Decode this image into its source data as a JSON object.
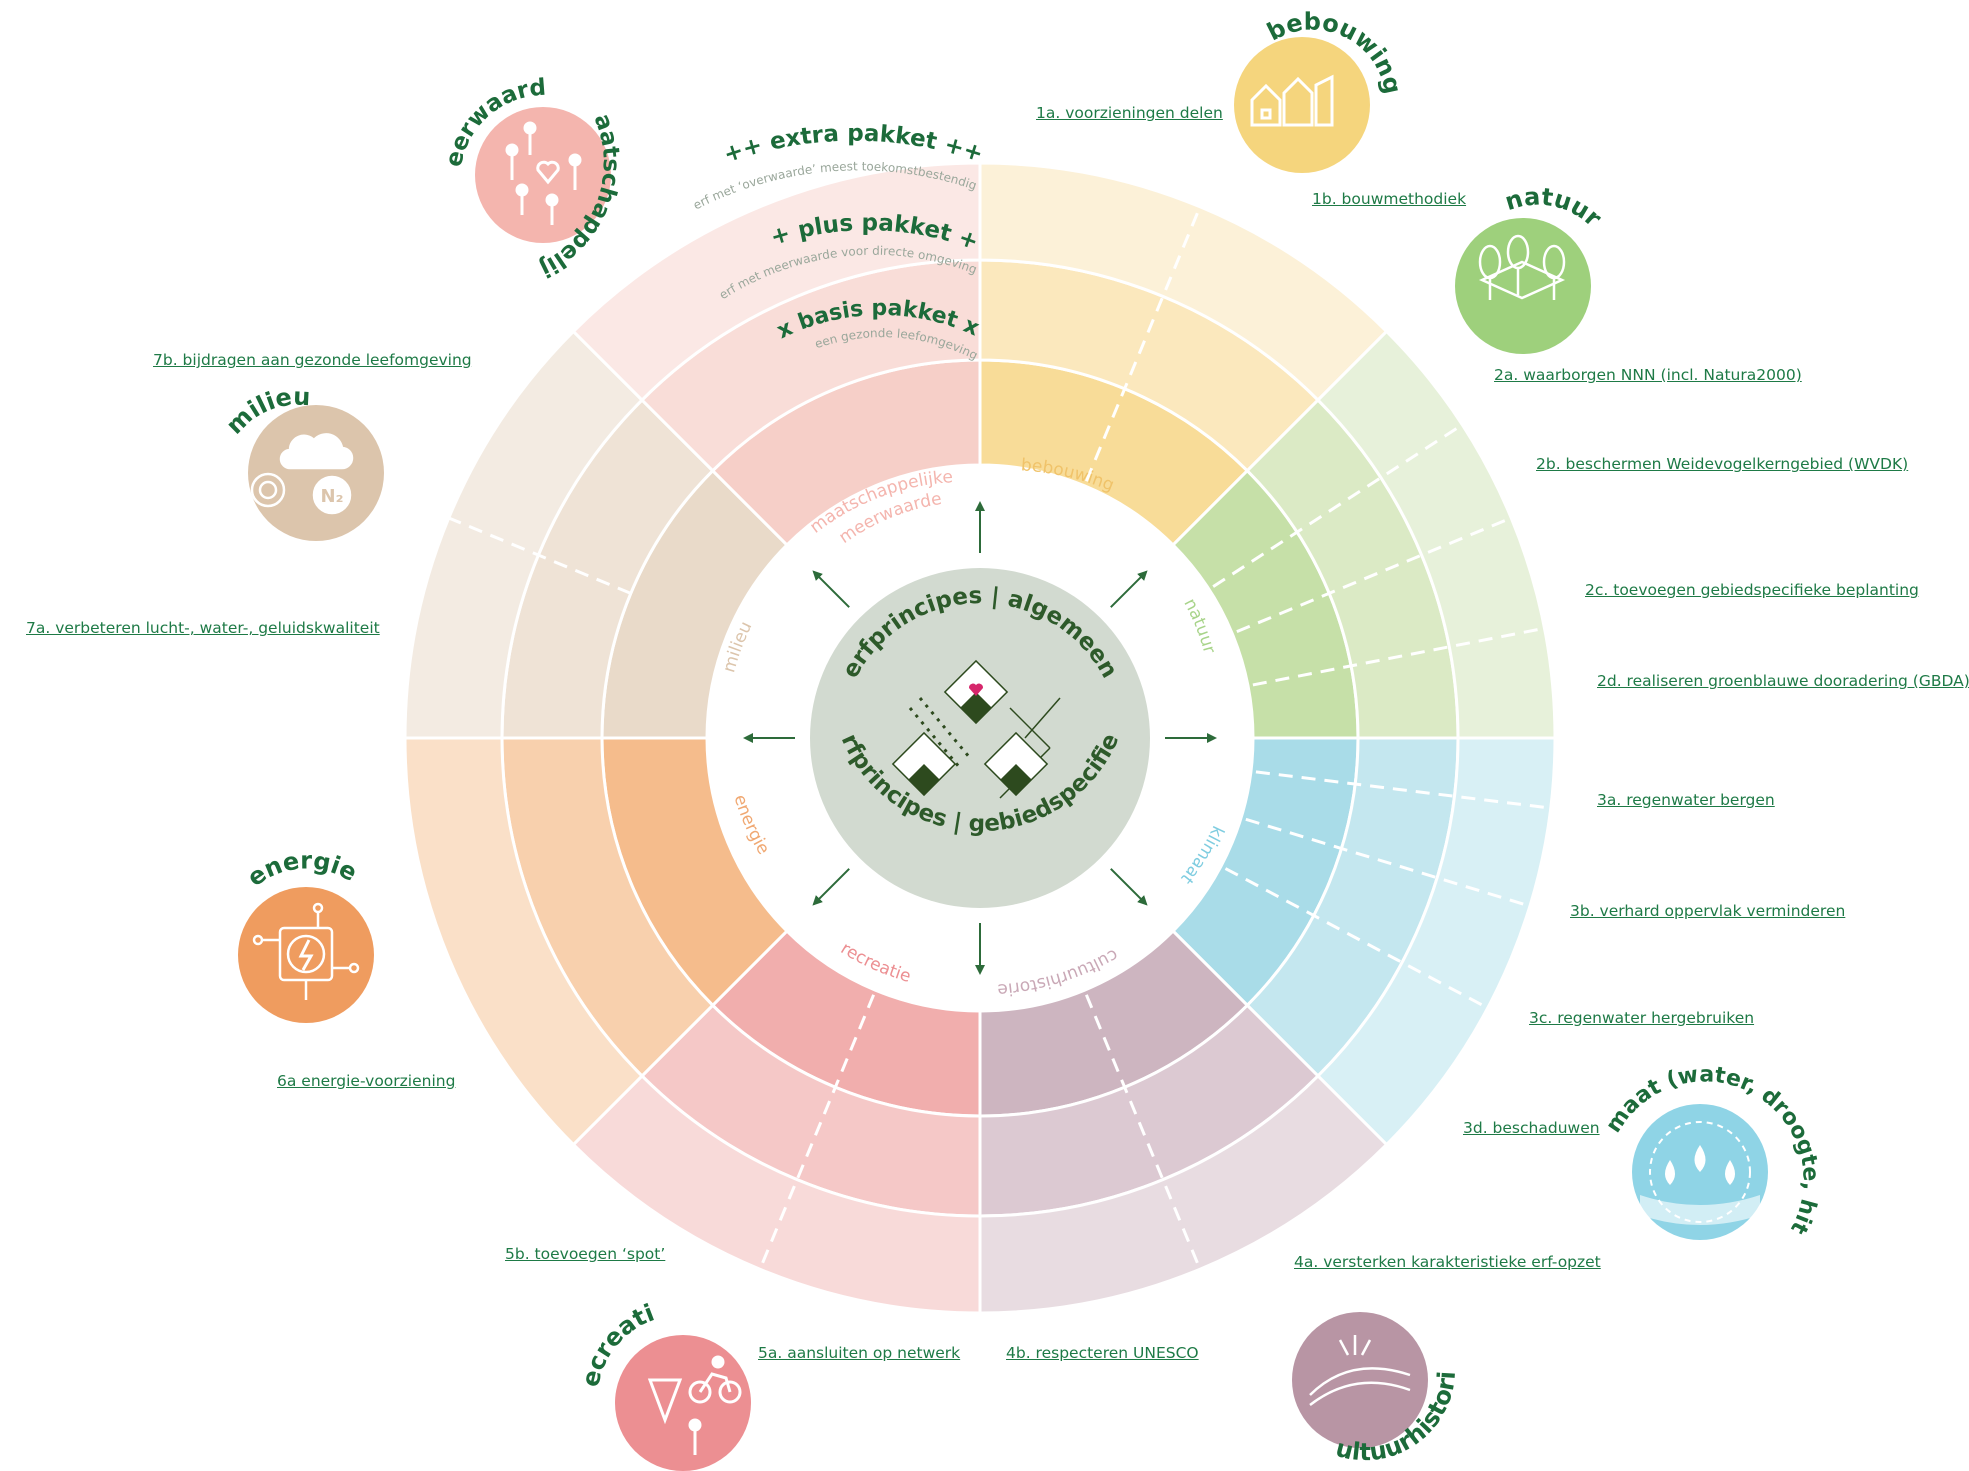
{
  "center": {
    "top_label": "erfprincipes | algemeen",
    "bottom_label": "erfprincipes | gebiedspecifiek"
  },
  "packages": {
    "extra": {
      "title": "++ extra pakket ++",
      "subtitle": "erf met ‘overwaarde’ meest toekomstbestendig"
    },
    "plus": {
      "title": "+ plus pakket +",
      "subtitle": "erf met meerwaarde voor directe omgeving"
    },
    "basis": {
      "title": "x basis pakket x",
      "subtitle": "een gezonde leefomgeving"
    }
  },
  "inner_labels": {
    "bebouwing": "bebouwing",
    "natuur": "natuur",
    "klimaat": "klimaat",
    "cultuurhistorie": "cultuurhistorie",
    "recreatie": "recreatie",
    "energie": "energie",
    "milieu": "milieu",
    "meerwaarde_1": "maatschappelijke",
    "meerwaarde_2": "meerwaarde"
  },
  "themes": {
    "bebouwing": {
      "title": "bebouwing",
      "color": "#f5d57d",
      "icon": "houses-icon"
    },
    "natuur": {
      "title": "natuur",
      "color": "#9ed07c",
      "icon": "trees-icon"
    },
    "klimaat": {
      "title": "klimaat (water, droogte, hitte)",
      "color": "#8fd4e6",
      "icon": "water-drops-icon"
    },
    "cultuurhistorie": {
      "title": "cultuurhistorie",
      "color": "#b895a4",
      "icon": "landscape-icon"
    },
    "recreatie": {
      "title": "recreatie",
      "color": "#ec8f92",
      "icon": "cyclist-icon"
    },
    "energie": {
      "title": "energie",
      "color": "#ef9c5f",
      "icon": "energy-circuit-icon"
    },
    "milieu": {
      "title": "milieu",
      "color": "#dcc5ac",
      "icon": "cloud-n2-icon"
    },
    "maatschappelijke_meerwaarde": {
      "title_1": "maatschappelijke",
      "title_2": "meerwaarde",
      "color": "#f4b5ae",
      "icon": "people-heart-icon"
    }
  },
  "links": {
    "1a": "1a. voorzieningen delen",
    "1b": "1b. bouwmethodiek",
    "2a": "2a. waarborgen NNN (incl. Natura2000)",
    "2b": "2b. beschermen Weidevogelkerngebied (WVDK)",
    "2c": "2c. toevoegen gebiedspecifieke beplanting",
    "2d": "2d. realiseren groenblauwe dooradering (GBDA)",
    "3a": "3a. regenwater bergen",
    "3b": "3b. verhard oppervlak verminderen",
    "3c": "3c. regenwater hergebruiken",
    "3d": "3d. beschaduwen",
    "4a": "4a. versterken karakteristieke erf-opzet",
    "4b": "4b. respecteren UNESCO",
    "5a": "5a. aansluiten op netwerk",
    "5b": "5b. toevoegen ‘spot’",
    "6a": "6a energie-voorziening",
    "7a": "7a. verbeteren lucht-, water-, geluidskwaliteit",
    "7b": "7b. bijdragen aan gezonde leefomgeving"
  }
}
